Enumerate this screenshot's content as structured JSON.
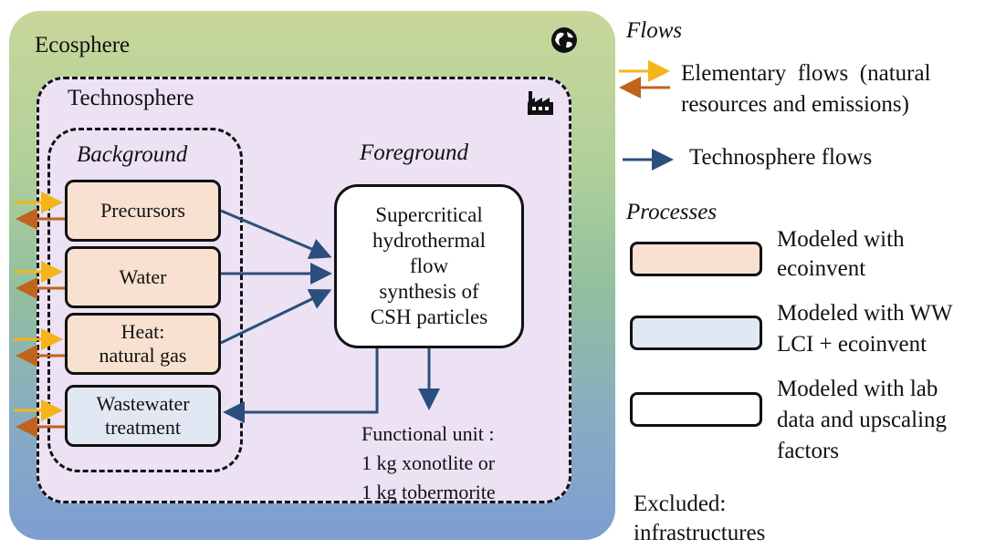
{
  "colors": {
    "technosphere_flow": "#2a4f7c",
    "elementary_in": "#f5b41a",
    "elementary_out": "#c0631d",
    "ecoinvent_fill": "#f8e1d0",
    "ww_fill": "#e2e8f3",
    "lab_fill": "#ffffff",
    "technosphere_bg": "#ece2f4"
  },
  "icons": {
    "ecosphere": "globe-icon",
    "technosphere": "factory-icon"
  },
  "diagram": {
    "ecosphere_label": "Ecosphere",
    "technosphere_label": "Technosphere",
    "background_label": "Background",
    "foreground_label": "Foreground",
    "background_processes": [
      {
        "lines": [
          "Precursors"
        ],
        "type": "ecoinvent"
      },
      {
        "lines": [
          "Water"
        ],
        "type": "ecoinvent"
      },
      {
        "lines": [
          "Heat:",
          "natural gas"
        ],
        "type": "ecoinvent"
      },
      {
        "lines": [
          "Wastewater",
          "treatment"
        ],
        "type": "ww"
      }
    ],
    "foreground_process": {
      "lines": [
        "Supercritical",
        "hydrothermal",
        "flow",
        "synthesis of",
        "CSH particles"
      ]
    },
    "functional_unit": [
      "Functional unit :",
      "1 kg xonotlite or",
      "1 kg tobermorite"
    ]
  },
  "legend": {
    "flows_title": "Flows",
    "elementary_label": [
      "Elementary  flows  (natural",
      "resources and emissions)"
    ],
    "technosphere_label": "Technosphere flows",
    "processes_title": "Processes",
    "items": [
      {
        "type": "ecoinvent",
        "lines": [
          "Modeled with",
          "ecoinvent"
        ]
      },
      {
        "type": "ww",
        "lines": [
          "Modeled with WW",
          "LCI + ecoinvent"
        ]
      },
      {
        "type": "lab",
        "lines": [
          "Modeled with lab",
          "data and upscaling",
          "factors"
        ]
      }
    ],
    "excluded": [
      "Excluded:",
      "infrastructures"
    ]
  }
}
